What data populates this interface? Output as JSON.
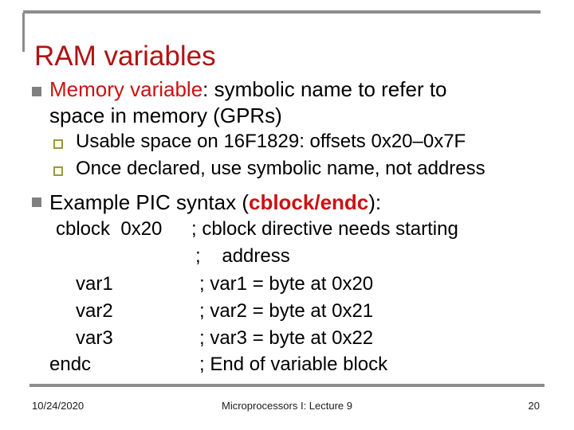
{
  "slide": {
    "title": "RAM variables",
    "bullet1": {
      "red": "Memory variable",
      "line1_rest": ": symbolic name to refer to",
      "line2": "space in memory (GPRs)",
      "subs": [
        "Usable space on 16F1829: offsets 0x20–0x7F",
        "Once declared, use symbolic name, not address"
      ]
    },
    "bullet2": {
      "pre": "Example PIC syntax (",
      "red": "cblock/endc",
      "post": "):"
    },
    "code_lines": [
      {
        "code": "cblock  0x20",
        "comment": "; cblock directive needs starting"
      },
      {
        "code": "",
        "comment": ";    address"
      },
      {
        "code": "var1",
        "comment": "; var1 = byte at 0x20"
      },
      {
        "code": "var2",
        "comment": "; var2 = byte at 0x21"
      },
      {
        "code": "var3",
        "comment": "; var3 = byte at 0x22"
      },
      {
        "code": "endc",
        "comment": "; End of variable block"
      }
    ],
    "footer": {
      "date": "10/24/2020",
      "center": "Microprocessors I: Lecture 9",
      "page": "20"
    }
  },
  "colors": {
    "title_red": "#b01212",
    "accent_red": "#cc1111",
    "bullet_gray": "#808080",
    "sub_bullet_olive": "#99993f",
    "rule_gray": "#8c8c8c",
    "background": "#ffffff"
  }
}
